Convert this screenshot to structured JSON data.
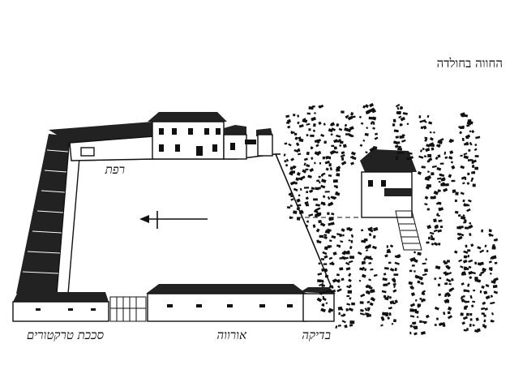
{
  "title": "החווה בחולדה",
  "labels": {
    "top_left": "רפת",
    "bottom_left": "סככת טרקטורים",
    "bottom_center": "אורווה",
    "bottom_right": "בדיקה"
  }
}
